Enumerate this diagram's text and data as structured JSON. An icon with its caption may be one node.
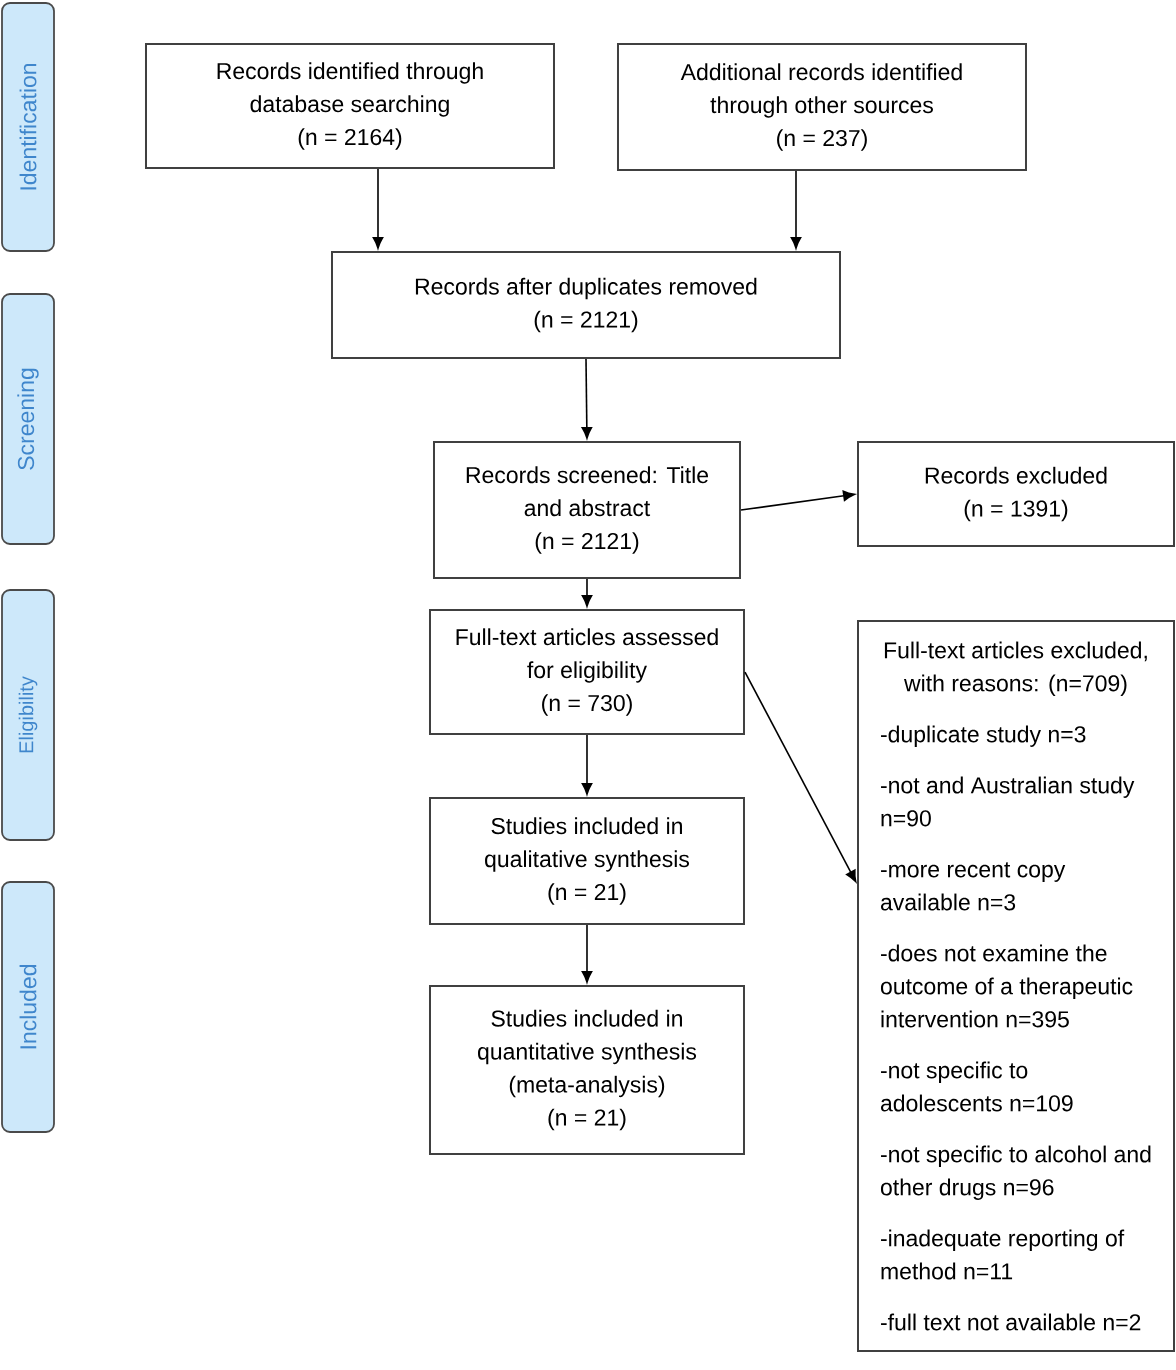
{
  "diagram": {
    "nodes": [
      {
        "text": [
          "Identification"
        ]
      },
      {
        "text": [
          "Records identified through database searching",
          "(n = 2164)"
        ]
      },
      {
        "text": [
          "Additional records identified through other sources",
          "(n = 237)"
        ]
      },
      {
        "text": [
          "Records after duplicates removed",
          "(n = 2121)"
        ]
      },
      {
        "text": [
          "Screening"
        ]
      },
      {
        "text": [
          "Records screened: Title and abstract",
          "(n = 2121)"
        ]
      },
      {
        "text": [
          "Records excluded",
          "(n = 1391)"
        ]
      },
      {
        "text": [
          "Eligibility"
        ]
      },
      {
        "text": [
          "Full-text articles assessed for eligibility",
          "(n = 730)"
        ]
      },
      {
        "text": [
          "Full-text articles excluded, with reasons: (n=709)",
          "-duplicate study n=3",
          "-not and Australian study n=90",
          "-more recent copy available n=3",
          "-does not examine the outcome of a therapeutic intervention n=395",
          "-not specific to adolescents n=109",
          "-not specific to alcohol and other drugs n=96",
          "-inadequate reporting of method n=11",
          "-full text not available n=2"
        ]
      },
      {
        "text": [
          "Studies included in qualitative synthesis",
          "(n = 21)"
        ]
      },
      {
        "text": [
          "Included"
        ]
      },
      {
        "text": [
          "Studies included in quantitative synthesis (meta-analysis)",
          "(n = 21)"
        ]
      }
    ],
    "edges": [
      {
        "from": 1,
        "to": 3,
        "arrow": "to"
      },
      {
        "from": 2,
        "to": 3,
        "arrow": "to"
      },
      {
        "from": 3,
        "to": 5,
        "arrow": "to"
      },
      {
        "from": 5,
        "to": 6,
        "arrow": "to"
      },
      {
        "from": 5,
        "to": 8,
        "arrow": "to"
      },
      {
        "from": 8,
        "to": 9,
        "arrow": "to"
      },
      {
        "from": 8,
        "to": 10,
        "arrow": "to"
      },
      {
        "from": 10,
        "to": 12,
        "arrow": "to"
      }
    ]
  }
}
